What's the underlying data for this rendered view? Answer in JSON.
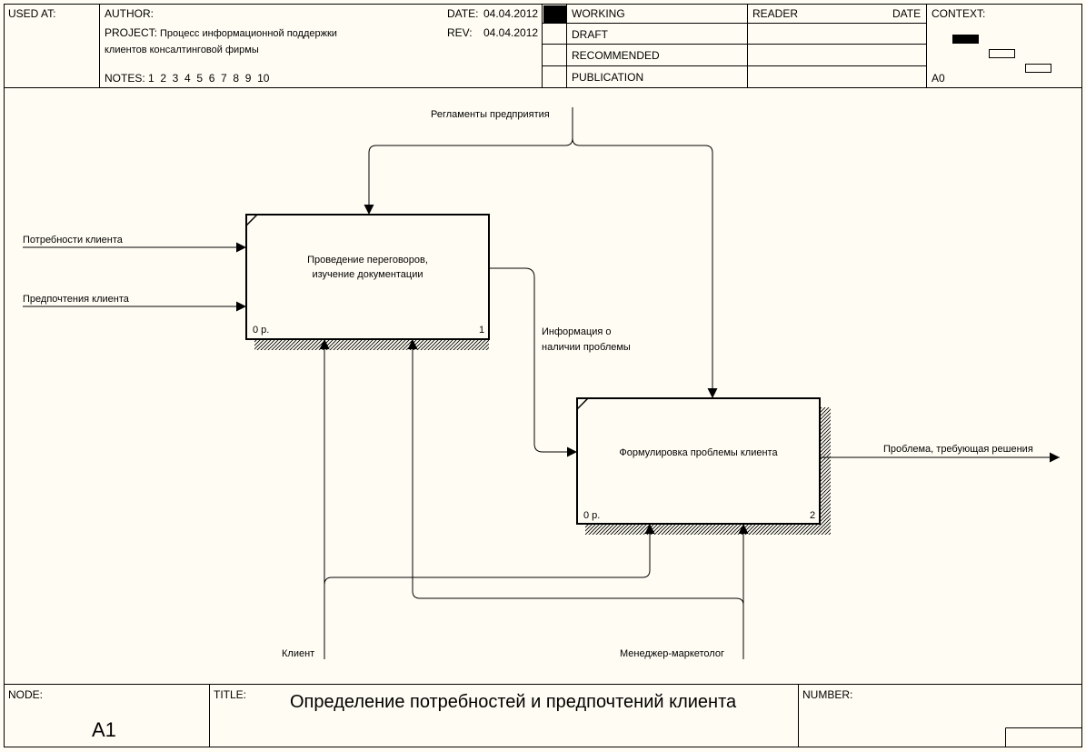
{
  "header": {
    "used_at_label": "USED AT:",
    "author_label": "AUTHOR:",
    "project_label": "PROJECT:",
    "project_line1": "Процесс информационной поддержки",
    "project_line2": "клиентов консалтинговой фирмы",
    "notes_label": "NOTES:",
    "notes_numbers": "1  2  3  4  5  6  7  8  9  10",
    "date_label": "DATE:",
    "date_value": "04.04.2012",
    "rev_label": "REV:",
    "rev_value": "04.04.2012",
    "status_rows": [
      "WORKING",
      "DRAFT",
      "RECOMMENDED",
      "PUBLICATION"
    ],
    "status_selected": "WORKING",
    "reader_label": "READER",
    "reader_date_label": "DATE",
    "context_label": "CONTEXT:",
    "context_node": "A0"
  },
  "diagram": {
    "controls": [
      "Регламенты предприятия"
    ],
    "inputs": [
      "Потребности клиента",
      "Предпочтения клиента"
    ],
    "outputs": [
      "Проблема, требующая решения"
    ],
    "mechanisms": [
      "Клиент",
      "Менеджер-маркетолог"
    ],
    "internal_arrow_line1": "Информация о",
    "internal_arrow_line2": "наличии проблемы",
    "boxes": [
      {
        "line1": "Проведение переговоров,",
        "line2": "изучение документации",
        "cost": "0 р.",
        "number": "1"
      },
      {
        "line1": "Формулировка проблемы клиента",
        "line2": "",
        "cost": "0 р.",
        "number": "2"
      }
    ]
  },
  "footer": {
    "node_label": "NODE:",
    "node_value": "A1",
    "title_label": "TITLE:",
    "title_value": "Определение потребностей и предпочтений клиента",
    "number_label": "NUMBER:"
  },
  "colors": {
    "background": "#fffdf3",
    "line": "#000000",
    "shadow": "#000000"
  }
}
